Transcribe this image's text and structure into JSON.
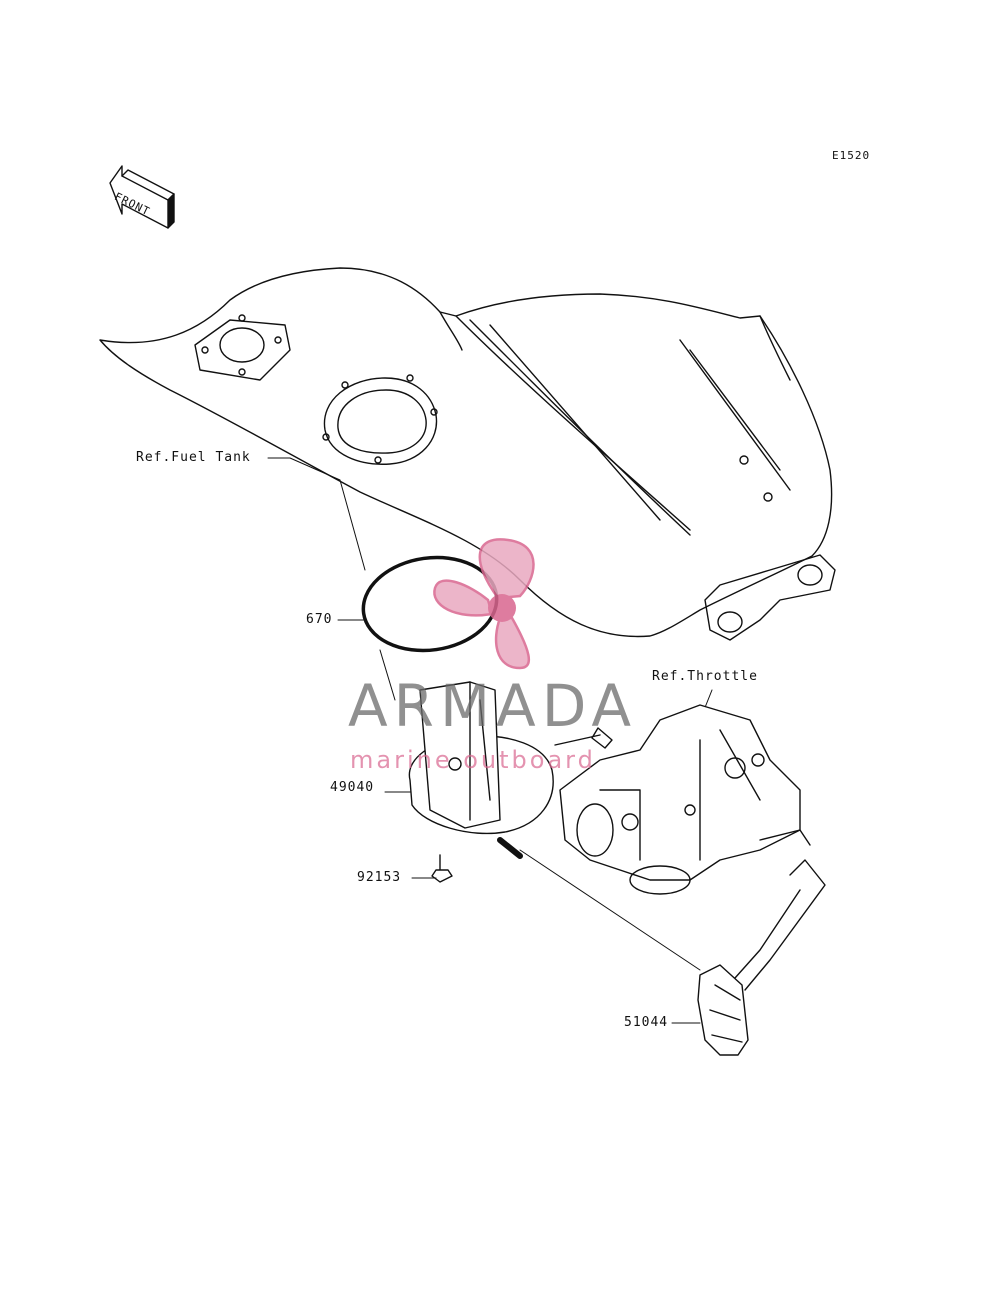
{
  "diagram_code": "E1520",
  "direction_label": "FRONT",
  "reference_labels": {
    "fuel_tank": "Ref.Fuel Tank",
    "throttle": "Ref.Throttle"
  },
  "part_numbers": {
    "o_ring": "670",
    "fuel_pump": "49040",
    "bolt": "92153",
    "hose": "51044"
  },
  "watermark": {
    "brand": "ARMADA",
    "tagline": "marine outboard",
    "logo_icon": "propeller-icon",
    "colors": {
      "brand": "#6b6b6b",
      "accent": "#d9668f"
    }
  }
}
